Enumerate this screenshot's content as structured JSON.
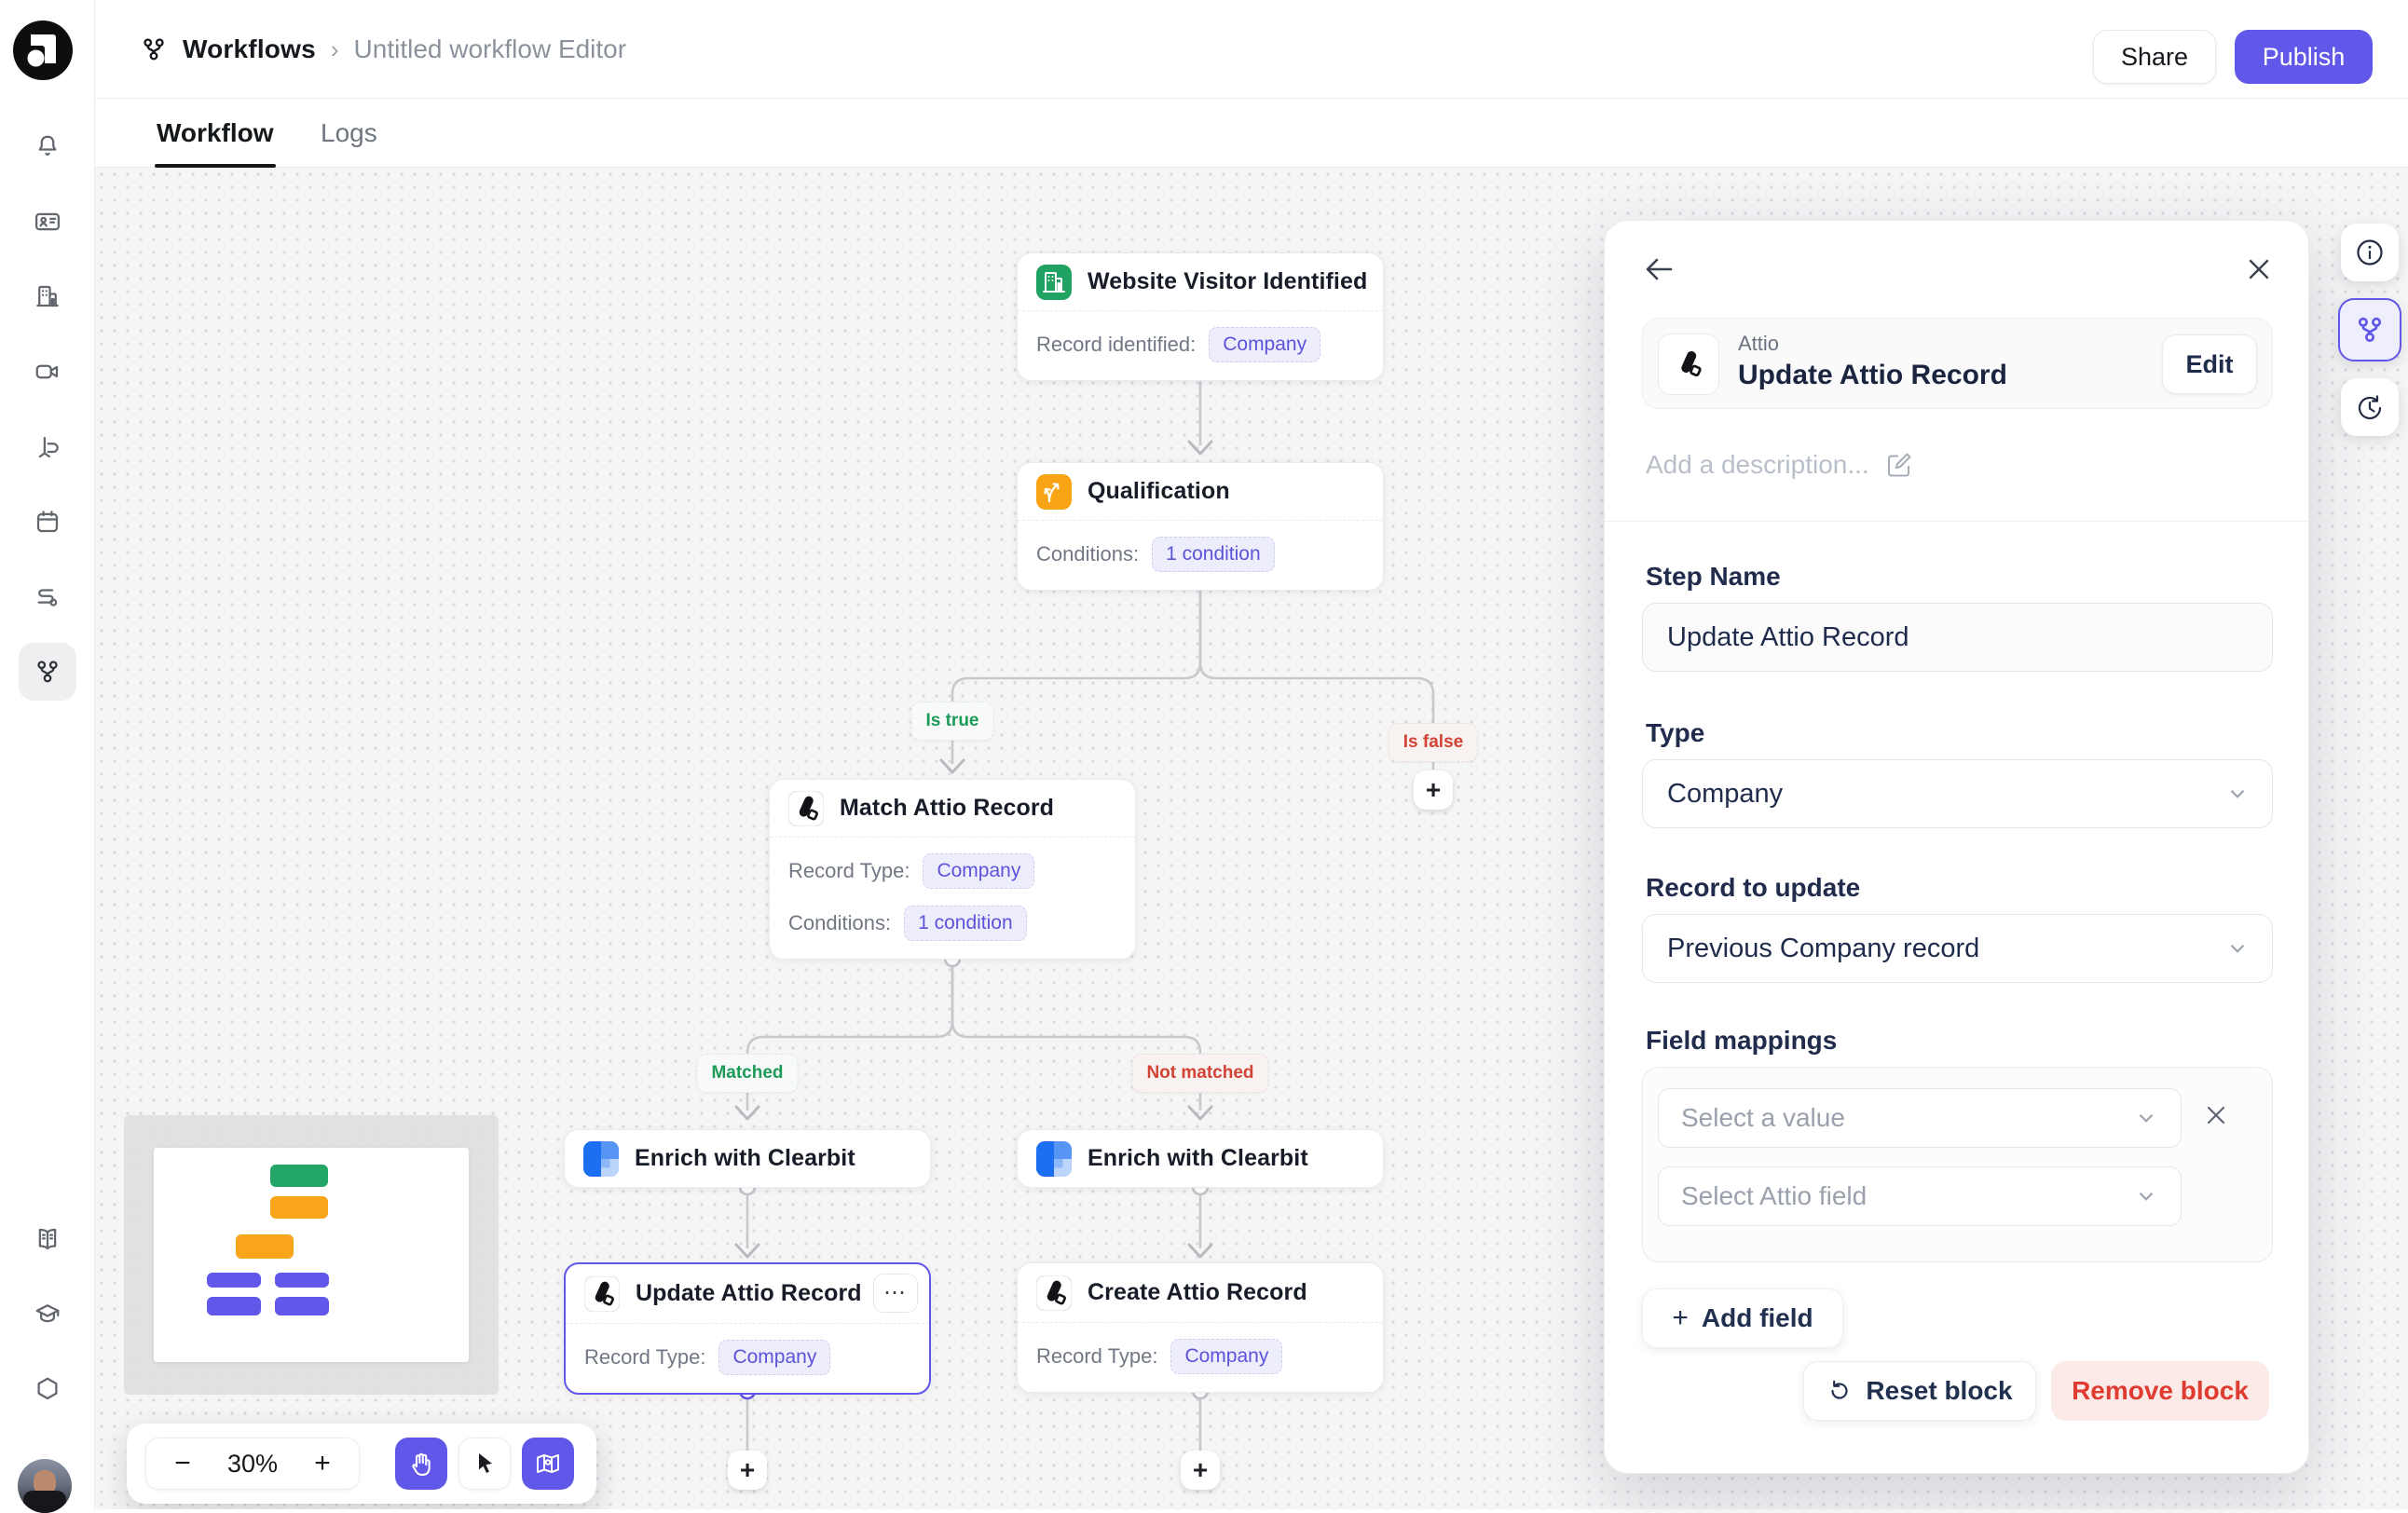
{
  "header": {
    "breadcrumb": {
      "section": "Workflows",
      "separator": "›",
      "page": "Untitled workflow Editor"
    },
    "share": "Share",
    "publish": "Publish"
  },
  "tabs": {
    "workflow": "Workflow",
    "logs": "Logs"
  },
  "canvas": {
    "nodes": {
      "visitor": {
        "title": "Website Visitor Identified",
        "field_label": "Record identified:",
        "field_value": "Company"
      },
      "qualification": {
        "title": "Qualification",
        "field_label": "Conditions:",
        "field_value": "1 condition"
      },
      "match": {
        "title": "Match Attio Record",
        "field1_label": "Record Type:",
        "field1_value": "Company",
        "field2_label": "Conditions:",
        "field2_value": "1 condition"
      },
      "enrich_left": {
        "title": "Enrich with Clearbit"
      },
      "enrich_right": {
        "title": "Enrich with Clearbit"
      },
      "update": {
        "title": "Update Attio Record",
        "field_label": "Record Type:",
        "field_value": "Company",
        "menu": "⋯"
      },
      "create": {
        "title": "Create Attio Record",
        "field_label": "Record Type:",
        "field_value": "Company"
      }
    },
    "edge_labels": {
      "is_true": "Is true",
      "is_false": "Is false",
      "matched": "Matched",
      "not_matched": "Not matched"
    },
    "plus": "+"
  },
  "toolbar": {
    "zoom_out": "−",
    "zoom_level": "30%",
    "zoom_in": "+"
  },
  "panel": {
    "app_name": "Attio",
    "block_title": "Update Attio Record",
    "edit_label": "Edit",
    "description_placeholder": "Add a description...",
    "step_name_label": "Step Name",
    "step_name_value": "Update Attio Record",
    "type_label": "Type",
    "type_value": "Company",
    "record_label": "Record to update",
    "record_value": "Previous Company record",
    "mappings_label": "Field mappings",
    "select_value_placeholder": "Select a value",
    "select_field_placeholder": "Select Attio field",
    "add_field_plus": "+",
    "add_field_label": "Add field",
    "reset_label": "Reset block",
    "remove_label": "Remove block"
  },
  "colors": {
    "accent": "#6157E8",
    "badge_bg": "#EDEDFB",
    "badge_text": "#5B54DB",
    "branch_green": "#1C9A57",
    "branch_red": "#D24334",
    "visitor_icon_green": "#1FA262",
    "qualification_icon_orange": "#F8A415",
    "clearbit_blue": "#2074F2",
    "remove_red": "#DF3B30"
  }
}
